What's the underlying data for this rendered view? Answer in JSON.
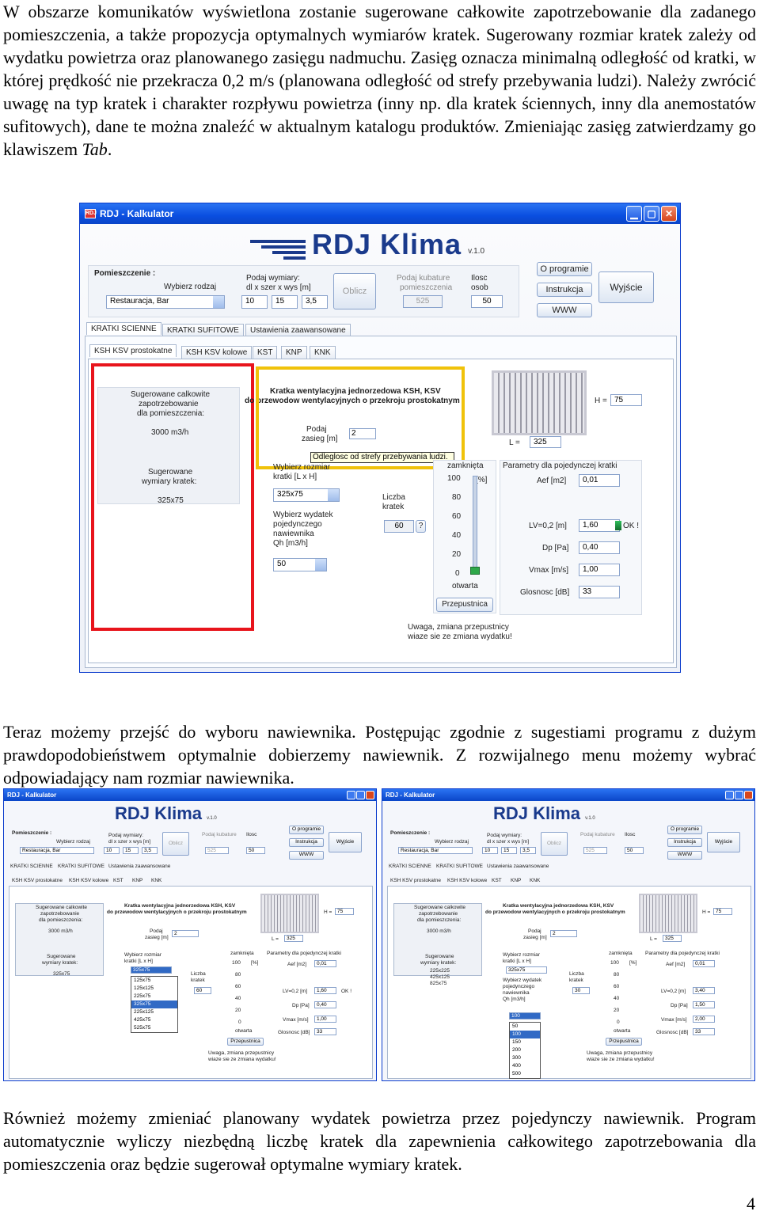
{
  "paragraphs": {
    "p1": "W obszarze komunikatów wyświetlona zostanie sugerowane całkowite zapotrzebowanie dla zadanego pomieszczenia, a także propozycja optymalnych wymiarów kratek. Sugerowany rozmiar kratek zależy od wydatku powietrza oraz planowanego zasięgu nadmuchu. Zasięg oznacza minimalną odległość od kratki, w której prędkość nie przekracza 0,2 m/s (planowana odległość od strefy przebywania ludzi). Należy zwrócić uwagę na typ kratek i charakter rozpływu powietrza (inny np. dla kratek ściennych, inny dla anemostatów sufitowych), dane te można znaleźć w aktualnym katalogu produktów. Zmieniając zasięg zatwierdzamy go klawiszem",
    "p1_em": "Tab",
    "p1_end": ".",
    "p2": "Teraz możemy przejść do wyboru nawiewnika. Postępując zgodnie z sugestiami programu z dużym prawdopodobieństwem optymalnie dobierzemy nawiewnik. Z rozwijalnego menu możemy wybrać odpowiadający nam rozmiar nawiewnika.",
    "p3": "Również możemy zmieniać planowany wydatek powietrza przez pojedynczy nawiewnik. Program automatycznie wyliczy niezbędną liczbę kratek dla zapewnienia całkowitego zapotrzebowania dla pomieszczenia oraz będzie sugerował optymalne wymiary kratek.",
    "page_number": "4"
  },
  "app": {
    "window_title": "RDJ - Kalkulator",
    "title_icon": "RDJ",
    "brand": "RDJ  Klima",
    "version": "v.1.0",
    "room": {
      "group_label": "Pomieszczenie :",
      "type_label": "Wybierz rodzaj",
      "type_value": "Restauracja, Bar",
      "dims_label_1": "Podaj wymiary:",
      "dims_label_2": "dl x szer x wys [m]",
      "dim_l": "10",
      "dim_w": "15",
      "dim_h": "3,5",
      "calc_button": "Oblicz",
      "volume_label_1": "Podaj kubature",
      "volume_label_2": "pomieszczenia",
      "volume_value": "525",
      "persons_label_1": "Ilosc",
      "persons_label_2": "osob",
      "persons_value": "50"
    },
    "menu": {
      "about": "O programie",
      "help": "Instrukcja",
      "www": "WWW",
      "exit": "Wyjście"
    },
    "main_tabs": [
      "KRATKI SCIENNE",
      "KRATKI SUFITOWE",
      "Ustawienia zaawansowane"
    ],
    "sub_tabs": [
      "KSH KSV prostokatne",
      "KSH KSV kolowe",
      "KST",
      "KNP",
      "KNK"
    ],
    "messages": {
      "total_label_1": "Sugerowane calkowite",
      "total_label_2": "zapotrzebowanie",
      "total_label_3": "dla pomieszczenia:",
      "total_value": "3000 m3/h",
      "dims_label_1": "Sugerowane",
      "dims_label_2": "wymiary kratek:",
      "dims_value": "325x75"
    },
    "grille_title_1": "Kratka wentylacyjna jednorzedowa KSH, KSV",
    "grille_title_2": "do przewodow wentylacyjnych o przekroju prostokatnym",
    "range_label_1": "Podaj",
    "range_label_2": "zasieg [m]",
    "range_value": "2",
    "range_tooltip": "Odleglosc od strefy przebywania ludzi.",
    "h_label": "H =",
    "h_value": "75",
    "l_label": "L =",
    "l_value": "325",
    "size_label_1": "Wybierz rozmiar",
    "size_label_2": "kratki [L x H]",
    "size_value": "325x75",
    "flow_label_1": "Wybierz wydatek",
    "flow_label_2": "pojedynczego",
    "flow_label_3": "nawiewnika",
    "flow_label_4": "Qh [m3/h]",
    "flow_value": "50",
    "count_label_1": "Liczba",
    "count_label_2": "kratek",
    "count_value": "60",
    "help_q": "?",
    "damper": {
      "closed": "zamknięta",
      "open": "otwarta",
      "unit": "[%]",
      "ticks": [
        "100",
        "80",
        "60",
        "40",
        "20",
        "0"
      ],
      "button": "Przepustnica",
      "note_1": "Uwaga, zmiana przepustnicy",
      "note_2": "wiaze sie ze zmiana wydatku!"
    },
    "params": {
      "title": "Parametry dla pojedynczej kratki",
      "rows": [
        {
          "label": "Aef [m2]",
          "value": "0,01"
        },
        {
          "label": "LV=0,2 [m]",
          "value": "1,60",
          "badge": "OK !"
        },
        {
          "label": "Dp [Pa]",
          "value": "0,40"
        },
        {
          "label": "Vmax [m/s]",
          "value": "1,00"
        },
        {
          "label": "Glosnosc [dB]",
          "value": "33"
        }
      ]
    }
  },
  "thumb_left": {
    "size_options": [
      "125x75",
      "125x125",
      "225x75",
      "325x75",
      "225x125",
      "425x75",
      "525x75"
    ],
    "size_selected": "325x75",
    "messages_dims_value": "325x75",
    "count_value": "60",
    "lv_value": "1,60",
    "dp_value": "0,40",
    "vmax_value": "1,00",
    "noise_value": "33"
  },
  "thumb_right": {
    "messages_dims_values": [
      "225x225",
      "425x125",
      "825x75"
    ],
    "size_value": "325x75",
    "flow_options": [
      "50",
      "100",
      "150",
      "200",
      "300",
      "400",
      "500"
    ],
    "flow_selected": "100",
    "count_value": "30",
    "aef_value": "0,01",
    "lv_value": "3,40",
    "dp_value": "1,50",
    "vmax_value": "2,00",
    "noise_value": "33"
  }
}
